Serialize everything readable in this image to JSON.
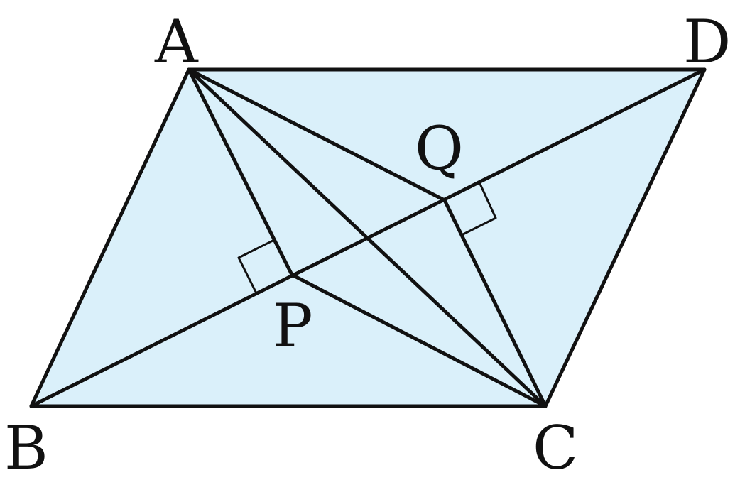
{
  "figure": {
    "fill_color": "#daf0fa",
    "stroke_color": "#111111",
    "vertices": {
      "A": "A",
      "B": "B",
      "C": "C",
      "D": "D",
      "P": "P",
      "Q": "Q"
    }
  }
}
